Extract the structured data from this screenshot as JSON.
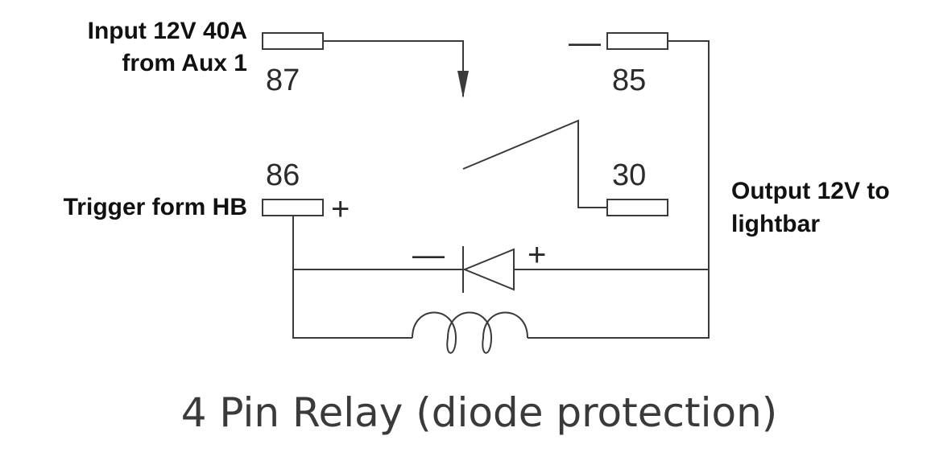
{
  "pins": {
    "p87": "87",
    "p85": "85",
    "p86": "86",
    "p30": "30"
  },
  "signs": {
    "coil_minus": "—",
    "coil_plus": "+",
    "diode_minus": "—",
    "diode_plus": "+"
  },
  "annotations": {
    "input_line1": "Input 12V 40A",
    "input_line2": "from Aux 1",
    "trigger": "Trigger form HB",
    "output_line1": "Output 12V to",
    "output_line2": "lightbar"
  },
  "caption": "4 Pin Relay (diode protection)"
}
